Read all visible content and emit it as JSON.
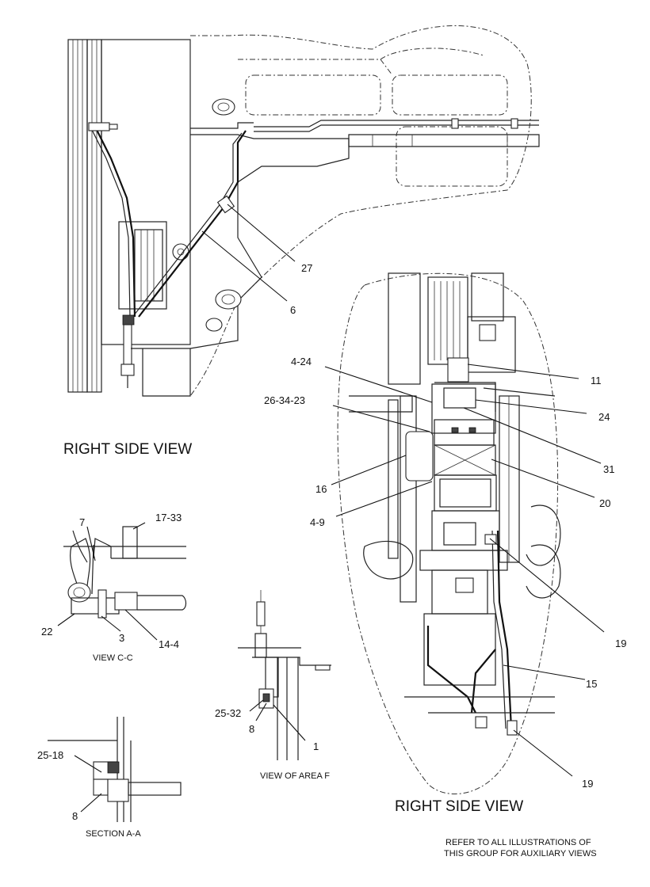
{
  "views": {
    "right_side_top": "RIGHT SIDE VIEW",
    "right_side_bottom": "RIGHT SIDE VIEW",
    "view_cc": "VIEW C-C",
    "view_area_f": "VIEW OF AREA F",
    "section_aa": "SECTION A-A"
  },
  "callouts": {
    "c27": "27",
    "c6": "6",
    "c4_24": "4-24",
    "c11": "11",
    "c26_34_23": "26-34-23",
    "c24": "24",
    "c31": "31",
    "c16": "16",
    "c20": "20",
    "c4_9": "4-9",
    "c19a": "19",
    "c15": "15",
    "c19b": "19",
    "c17_33": "17-33",
    "c7": "7",
    "c22": "22",
    "c3": "3",
    "c14_4": "14-4",
    "c25_32": "25-32",
    "c8a": "8",
    "c1": "1",
    "c25_18": "25-18",
    "c8b": "8"
  },
  "note": {
    "line1": "REFER TO ALL ILLUSTRATIONS OF",
    "line2": "THIS GROUP FOR AUXILIARY VIEWS"
  }
}
